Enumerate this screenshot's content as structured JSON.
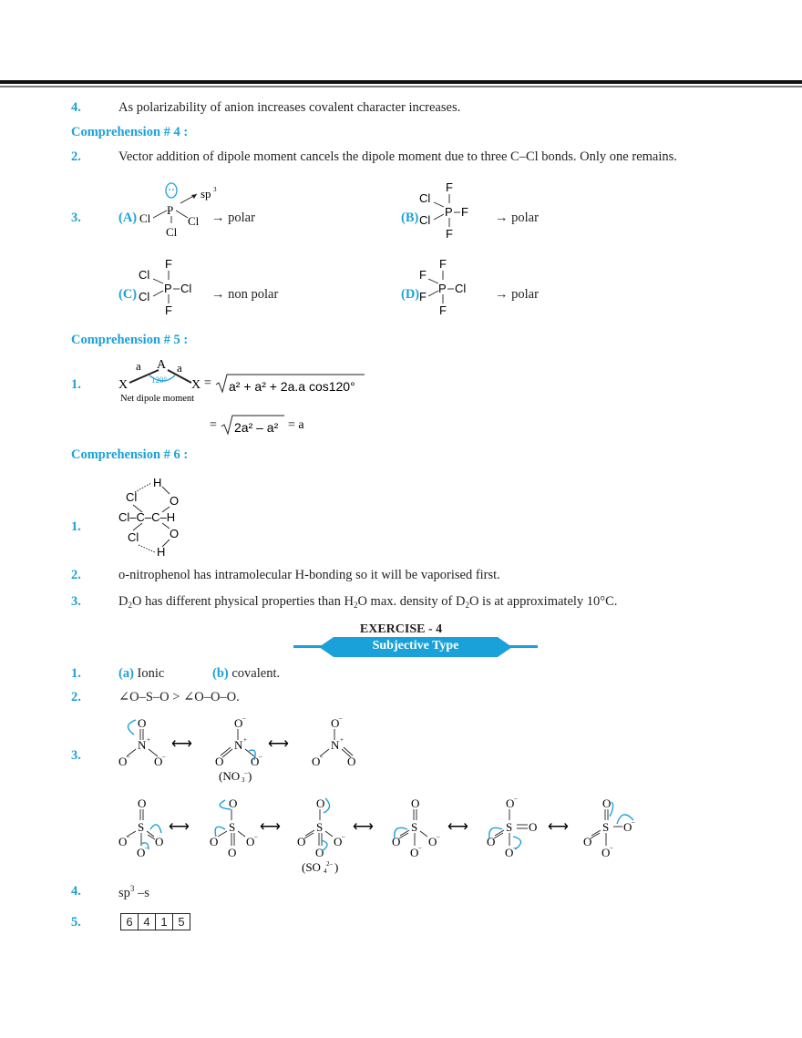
{
  "page": {
    "accent_color": "#1ba1d9",
    "text_color": "#231f20"
  },
  "section_prev": {
    "item4": {
      "number": "4.",
      "text": "As polarizability of anion increases covalent character increases."
    }
  },
  "comprehension4": {
    "heading": "Comprehension # 4 :",
    "item2": {
      "number": "2.",
      "text": "Vector addition of dipole moment cancels the dipole moment due to three C–Cl bonds. Only one remains."
    },
    "item3": {
      "number": "3.",
      "options": [
        {
          "label": "(A)",
          "molecule": "PCl3",
          "annotation": "sp3",
          "result": "→ polar"
        },
        {
          "label": "(B)",
          "molecule": "PCl2F3",
          "result": "→ polar"
        },
        {
          "label": "(C)",
          "molecule": "PCl3F2",
          "result": "→ non polar"
        },
        {
          "label": "(D)",
          "molecule": "PF4Cl",
          "result": "→ polar"
        }
      ]
    }
  },
  "comprehension5": {
    "heading": "Comprehension # 5 :",
    "item1": {
      "number": "1.",
      "angle_label": "120°",
      "bond_label": "a",
      "central_atom": "A",
      "terminal_atom": "X",
      "caption": "Net dipole moment",
      "equation_line1": "a² + a² + 2a.a cos120°",
      "equation_line2": "2a² − a²",
      "result": "= a"
    }
  },
  "comprehension6": {
    "heading": "Comprehension # 6 :",
    "item1": {
      "number": "1.",
      "molecule": "Chloral hydrate (Cl3C–CH(OH)2) with intramolecular H-bonding"
    },
    "item2": {
      "number": "2.",
      "text": "o-nitrophenol has intramolecular H-bonding so it will be vaporised first."
    },
    "item3": {
      "number": "3.",
      "text_parts": [
        "D",
        "2",
        "O has different physical properties than H",
        "2",
        "O max. density of D",
        "2",
        "O is at approximately 10°C."
      ]
    }
  },
  "exercise": {
    "title": "EXERCISE - 4",
    "subtitle": "Subjective Type",
    "banner_color": "#1ba1d9"
  },
  "exercise_items": {
    "item1": {
      "number": "1.",
      "a_label": "(a)",
      "a_text": "Ionic",
      "b_label": "(b)",
      "b_text": "covalent."
    },
    "item2": {
      "number": "2.",
      "text": "∠O–S–O > ∠O–O–O."
    },
    "item3": {
      "number": "3.",
      "nitrate_caption": "(NO₃⁻)",
      "sulfate_caption": "(SO₄²⁻)"
    },
    "item4": {
      "number": "4.",
      "text": "sp",
      "sup": "3",
      "suffix": " –s"
    },
    "item5": {
      "number": "5.",
      "digits": [
        "6",
        "4",
        "1",
        "5"
      ]
    }
  }
}
